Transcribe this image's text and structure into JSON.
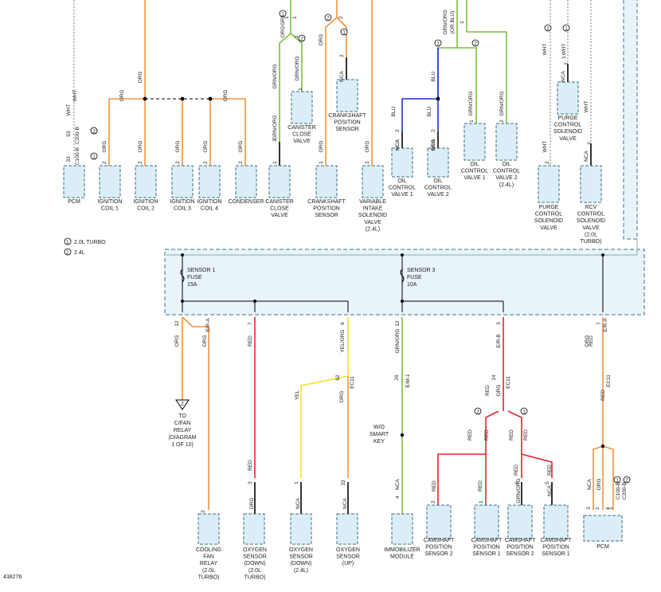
{
  "colors": {
    "ORG": "#f5943a",
    "GRN": "#7cbf3c",
    "BLU": "#1f2fd0",
    "RED": "#e8232a",
    "YEL": "#f2e324",
    "BLK": "#000000",
    "GRY": "#b0b0b0",
    "module_fill": "#dbeef7",
    "module_stroke": "#3f6f86",
    "harness_fill": "#e8f4fa"
  },
  "footnotes": [
    {
      "num": "1",
      "text": "2.0L TURBO"
    },
    {
      "num": "2",
      "text": "2.4L"
    }
  ],
  "fuses": [
    {
      "name": "SENSOR 1",
      "word": "FUSE",
      "rating": "15A"
    },
    {
      "name": "SENSOR 3",
      "word": "FUSE",
      "rating": "10A"
    }
  ],
  "diagram_id": "438276",
  "top_components": [
    {
      "lines": [
        "PCM"
      ]
    },
    {
      "lines": [
        "IGNITION",
        "COIL 1"
      ]
    },
    {
      "lines": [
        "IGNITION",
        "COIL 2"
      ]
    },
    {
      "lines": [
        "IGNITION",
        "COIL 3"
      ]
    },
    {
      "lines": [
        "IGNITION",
        "COIL 4"
      ]
    },
    {
      "lines": [
        "CONDENSER"
      ]
    },
    {
      "lines": [
        "CANISTER",
        "CLOSE",
        "VALVE"
      ]
    },
    {
      "lines": [
        "CANISTER",
        "CLOSE",
        "VALVE"
      ]
    },
    {
      "lines": [
        "CRANKSHAFT",
        "POSITION",
        "SENSOR"
      ]
    },
    {
      "lines": [
        "CRANKSHAFT",
        "POSITION",
        "SENSOR"
      ]
    },
    {
      "lines": [
        "VARIABLE",
        "INTAKE",
        "SOLENOID",
        "VALVE",
        "(2.4L)"
      ]
    },
    {
      "lines": [
        "OIL",
        "CONTROL",
        "VALVE 1"
      ]
    },
    {
      "lines": [
        "OIL",
        "CONTROL",
        "VALVE 2"
      ]
    },
    {
      "lines": [
        "OIL",
        "CONTROL",
        "VALVE 1"
      ]
    },
    {
      "lines": [
        "OIL",
        "CONTROL",
        "VALVE 2",
        "(2.4L)"
      ]
    },
    {
      "lines": [
        "PURGE",
        "CONTROL",
        "SOLENOID",
        "VALVE"
      ]
    },
    {
      "lines": [
        "PURGE",
        "CONTROL",
        "SOLENOID",
        "VALVE"
      ]
    },
    {
      "lines": [
        "RCV",
        "CONTROL",
        "SOLENOID",
        "VALVE",
        "(2.0L",
        "TURBO)"
      ]
    }
  ],
  "bottom_components": [
    {
      "lines": [
        "COOLING",
        "FAN",
        "RELAY",
        "(2.0L",
        "TURBO)"
      ]
    },
    {
      "lines": [
        "OXYGEN",
        "SENSOR",
        "(DOWN)",
        "(2.0L",
        "TURBO)"
      ]
    },
    {
      "lines": [
        "OXYGEN",
        "SENSOR",
        "(DOWN)",
        "(2.4L)"
      ]
    },
    {
      "lines": [
        "OXYGEN",
        "SENSOR",
        "(UP)"
      ]
    },
    {
      "lines": [
        "IMMOBILIZER",
        "MODULE"
      ]
    },
    {
      "lines": [
        "CAMSHAFT",
        "POSITION",
        "SENSOR 2"
      ]
    },
    {
      "lines": [
        "CAMSHAFT",
        "POSITION",
        "SENSOR 1"
      ]
    },
    {
      "lines": [
        "CAMSHAFT",
        "POSITION",
        "SENSOR 2"
      ]
    },
    {
      "lines": [
        "CAMSHAFT",
        "POSITION",
        "SENSOR 1"
      ]
    },
    {
      "lines": [
        "PCM"
      ]
    }
  ],
  "relay_ref": {
    "pin": "Z",
    "lines": [
      "TO",
      "C/FAN",
      "RELAY",
      "(DIAGRAM",
      "1 OF 10)"
    ]
  },
  "smart_key_note": [
    "W/O",
    "SMART",
    "KEY"
  ],
  "wire_labels": [
    "WHT",
    "WHT",
    "ORG",
    "ORG",
    "ORG",
    "ORG",
    "ORG",
    "ORG",
    "ORG",
    "ORG",
    "GRN/",
    "ORG",
    "GRN/ORG",
    "GRN/ORG",
    "GRN/ORG",
    "ORG",
    "ORG",
    "NCA",
    "ORG",
    "NCA",
    "ORG",
    "GRN/ORG",
    "(OR BLU)",
    "BLU",
    "BLU",
    "BLU",
    "NCA",
    "NCA",
    "GRN/ORG",
    "GRN/ORG",
    "WHT",
    "WHT",
    "NCA",
    "WHT",
    "WHT",
    "NCA",
    "ORG",
    "ORG",
    "E/R-A",
    "RED",
    "YEL/ORG",
    "GRN/ORG",
    "E/R-B",
    "RED",
    "ORG",
    "E/R-A",
    "YEL",
    "ORG",
    "RED",
    "RED",
    "ORG",
    "RED",
    "RED",
    "RED",
    "RED",
    "RED",
    "RED",
    "RED",
    "RED",
    "RED",
    "ORG",
    "NCA",
    "NCA",
    "NCA",
    "GRN/ORG",
    "NCA",
    "NCA",
    "ORG",
    "ORG"
  ],
  "connector_labels": [
    "C200-B",
    "C100-B",
    "E/M-1",
    "EC11",
    "EC11",
    "EC11",
    "C100-B",
    "C200-B"
  ],
  "pin_numbers": [
    "53",
    "33",
    "2",
    "2",
    "2",
    "2",
    "2",
    "1",
    "2",
    "1",
    "1",
    "2",
    "2",
    "2",
    "2",
    "1",
    "2",
    "2",
    "2",
    "1",
    "2",
    "12",
    "7",
    "6",
    "12",
    "3",
    "7",
    "62",
    "26",
    "14",
    "3",
    "1",
    "33",
    "2",
    "4",
    "2",
    "1",
    "6",
    "5",
    "4",
    "3",
    "1",
    "1",
    "1",
    "1",
    "1",
    "2",
    "1",
    "1",
    "1"
  ]
}
